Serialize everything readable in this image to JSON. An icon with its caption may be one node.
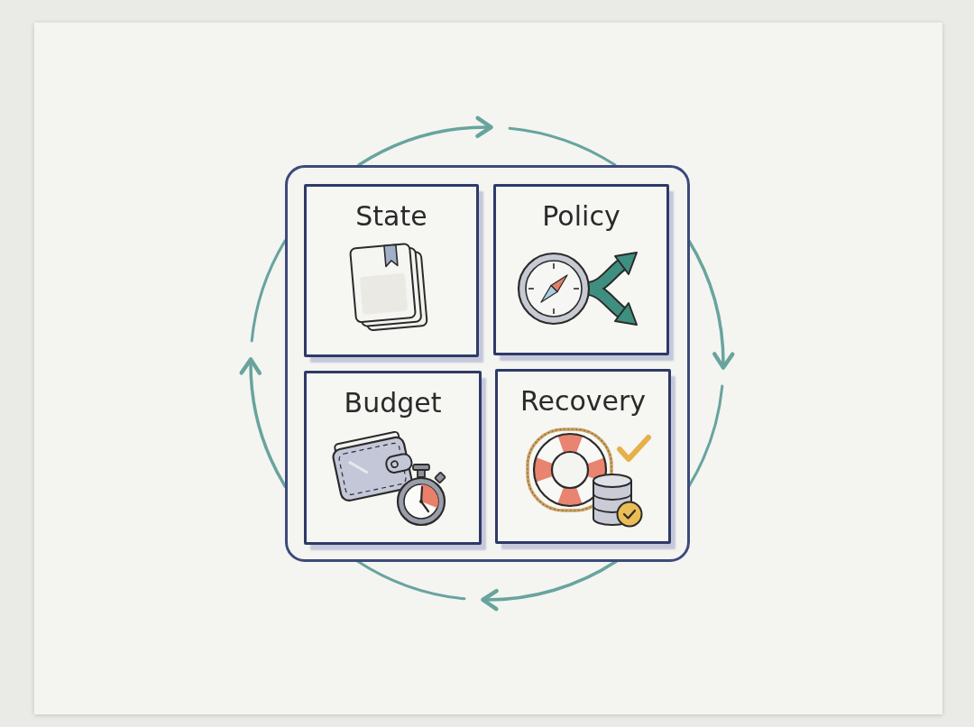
{
  "diagram": {
    "nodes": [
      {
        "text": [],
        "shape": "box"
      },
      {
        "text": [
          "State"
        ],
        "in": 0
      },
      {
        "text": [
          "Policy"
        ],
        "in": 0
      },
      {
        "text": [
          "Budget"
        ],
        "in": 0
      },
      {
        "text": [
          "Recovery"
        ],
        "in": 0
      }
    ]
  }
}
